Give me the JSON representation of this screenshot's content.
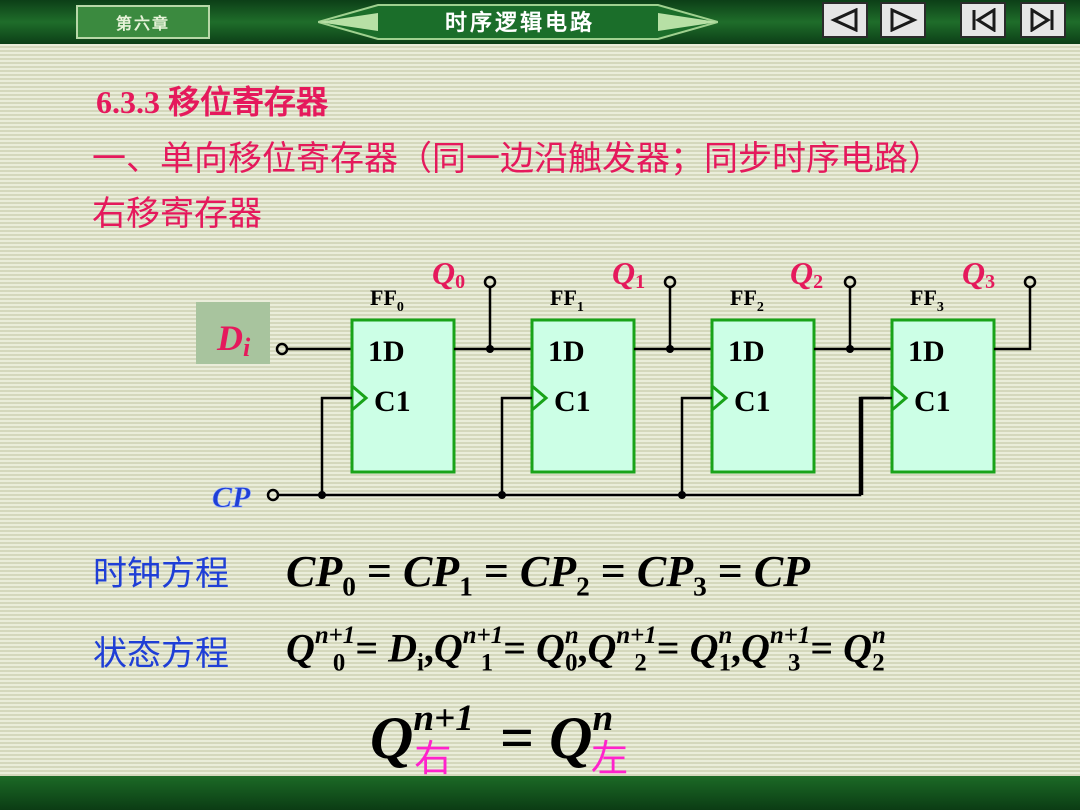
{
  "header": {
    "chapter": "第六章",
    "title": "时序逻辑电路",
    "nav": [
      "prev-icon",
      "next-icon",
      "first-icon",
      "last-icon"
    ]
  },
  "section": {
    "heading": "6.3.3 移位寄存器",
    "line1": "一、单向移位寄存器（同一边沿触发器；同步时序电路）",
    "line2": "右移寄存器"
  },
  "circuit": {
    "input_label": "D",
    "input_sub": "i",
    "clock_label": "CP",
    "flipflops": [
      {
        "name": "FF",
        "index": "0",
        "q_label": "Q",
        "q_index": "0",
        "d_label": "1D",
        "c_label": "C1"
      },
      {
        "name": "FF",
        "index": "1",
        "q_label": "Q",
        "q_index": "1",
        "d_label": "1D",
        "c_label": "C1"
      },
      {
        "name": "FF",
        "index": "2",
        "q_label": "Q",
        "q_index": "2",
        "d_label": "1D",
        "c_label": "C1"
      },
      {
        "name": "FF",
        "index": "3",
        "q_label": "Q",
        "q_index": "3",
        "d_label": "1D",
        "c_label": "C1"
      }
    ]
  },
  "equations": {
    "clock_title": "时钟方程",
    "state_title": "状态方程",
    "clock_eq": {
      "terms": [
        {
          "base": "CP",
          "sub": "0"
        },
        {
          "base": "CP",
          "sub": "1"
        },
        {
          "base": "CP",
          "sub": "2"
        },
        {
          "base": "CP",
          "sub": "3"
        },
        {
          "base": "CP",
          "sub": ""
        }
      ],
      "op": "="
    },
    "state_eq": {
      "items": [
        {
          "lhs_base": "Q",
          "lhs_sub": "0",
          "lhs_sup": "n+1",
          "rhs_base": "D",
          "rhs_sub": "i",
          "rhs_sup": ""
        },
        {
          "lhs_base": "Q",
          "lhs_sub": "1",
          "lhs_sup": "n+1",
          "rhs_base": "Q",
          "rhs_sub": "0",
          "rhs_sup": "n"
        },
        {
          "lhs_base": "Q",
          "lhs_sub": "2",
          "lhs_sup": "n+1",
          "rhs_base": "Q",
          "rhs_sub": "1",
          "rhs_sup": "n"
        },
        {
          "lhs_base": "Q",
          "lhs_sub": "3",
          "lhs_sup": "n+1",
          "rhs_base": "Q",
          "rhs_sub": "2",
          "rhs_sup": "n"
        }
      ],
      "op": "=",
      "sep": ","
    },
    "summary": {
      "lhs_base": "Q",
      "lhs_sub": "右",
      "lhs_sup": "n+1",
      "op": "=",
      "rhs_base": "Q",
      "rhs_sub": "左",
      "rhs_sup": "n"
    }
  },
  "colors": {
    "heading": "#e5195c",
    "body_text": "#1f3fd6",
    "ff_fill": "#ccffe6",
    "ff_border": "#19a319",
    "label_bg": "#a8c49e"
  }
}
